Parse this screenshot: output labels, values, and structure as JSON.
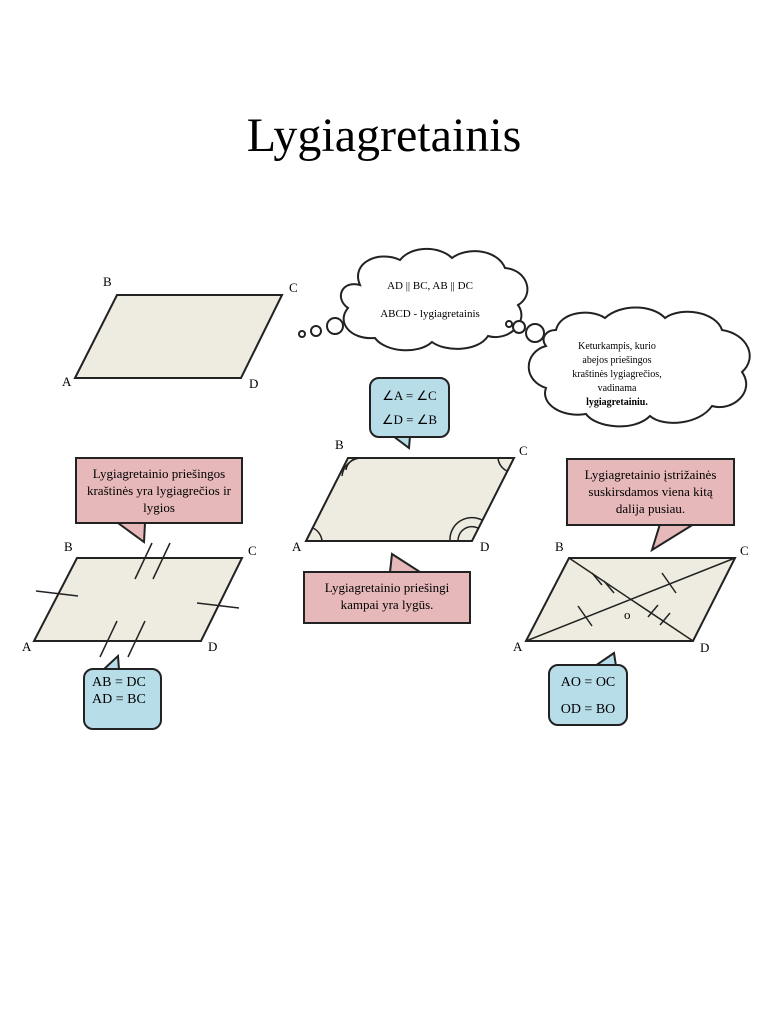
{
  "title": "Lygiagretainis",
  "colors": {
    "fill": "#eeece1",
    "pink": "#e6b8b9",
    "blue": "#b7dde8",
    "stroke": "#222222"
  },
  "top_figure": {
    "labels": {
      "A": "A",
      "B": "B",
      "C": "C",
      "D": "D"
    }
  },
  "thought_cloud_1": {
    "line1": "AD || BC, AB || DC",
    "line2": "ABCD - lygiagretainis"
  },
  "thought_cloud_2": {
    "text": "Keturkampis, kurio abejos priešingos kraštinės lygiagrečios, vadinama",
    "bold": "lygiagretainiu."
  },
  "angles_box": {
    "line1": "∠A = ∠C",
    "line2": "∠D = ∠B"
  },
  "middle_figure": {
    "labels": {
      "A": "A",
      "B": "B",
      "C": "C",
      "D": "D"
    }
  },
  "middle_caption": "Lygiagretainio priešingi kampai yra lygūs.",
  "left_caption": "Lygiagretainio priešingos kraštinės yra lygiagrečios ir lygios",
  "left_figure": {
    "labels": {
      "A": "A",
      "B": "B",
      "C": "C",
      "D": "D"
    }
  },
  "sides_box": {
    "line1": "AB = DC",
    "line2": "AD = BC"
  },
  "right_caption": "Lygiagretainio įstrižainės suskirsdamos viena kitą dalija pusiau.",
  "right_figure": {
    "labels": {
      "A": "A",
      "B": "B",
      "C": "C",
      "D": "D",
      "O": "o"
    }
  },
  "diag_box": {
    "line1": "AO = OC",
    "line2": "OD = BO"
  }
}
